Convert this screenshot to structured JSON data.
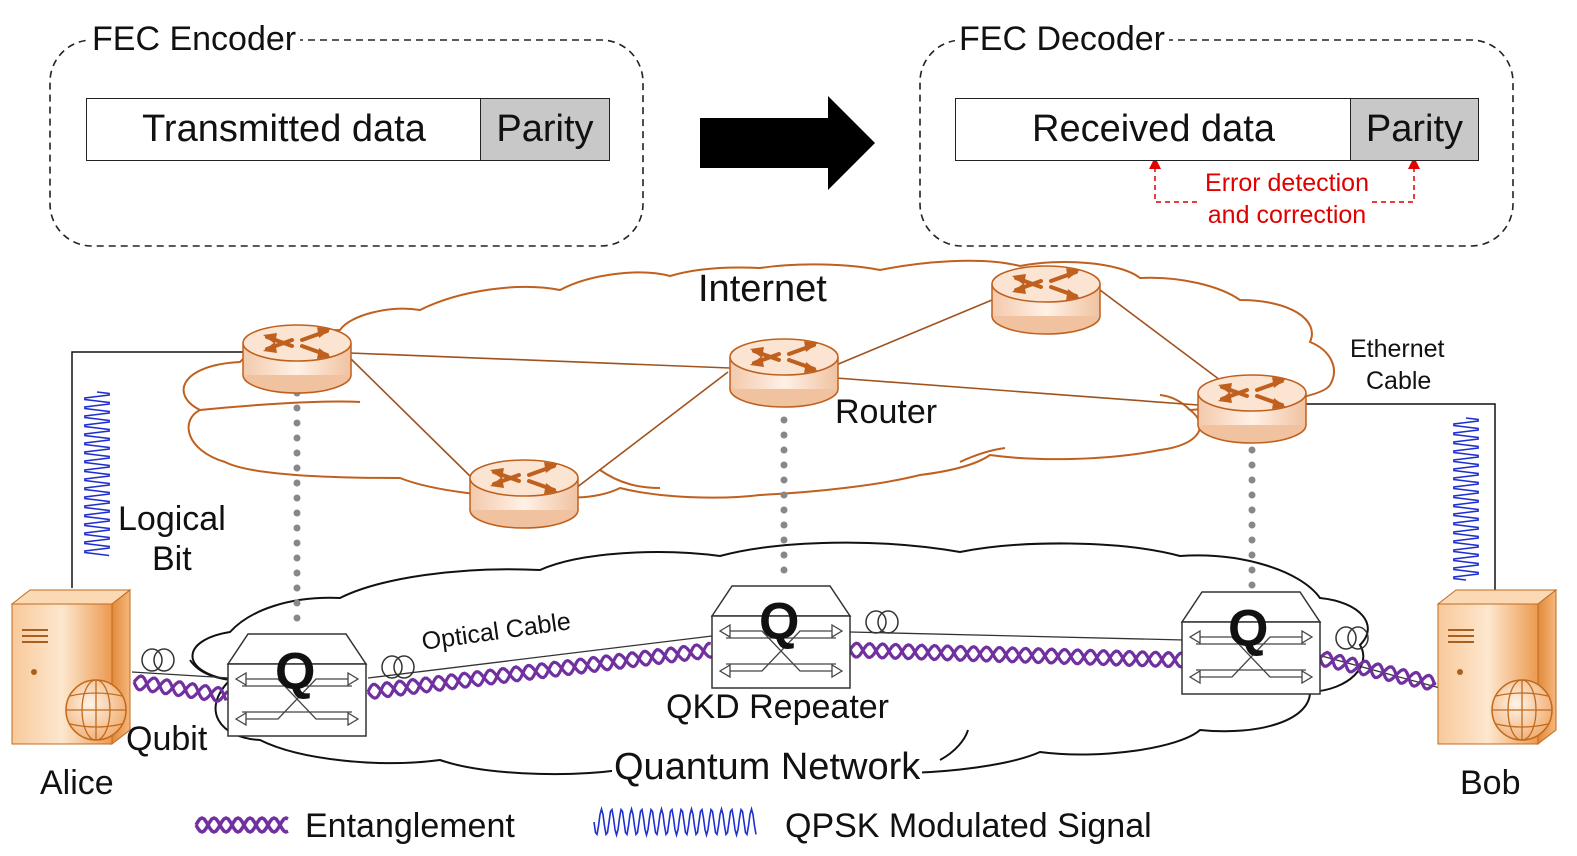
{
  "encoder": {
    "title": "FEC Encoder",
    "data_label": "Transmitted data",
    "parity_label": "Parity"
  },
  "decoder": {
    "title": "FEC Decoder",
    "data_label": "Received data",
    "parity_label": "Parity",
    "error_line1": "Error detection",
    "error_line2": "and correction"
  },
  "labels": {
    "internet": "Internet",
    "router": "Router",
    "ethernet_line1": "Ethernet",
    "ethernet_line2": "Cable",
    "logical_line1": "Logical",
    "logical_line2": "Bit",
    "optical_cable": "Optical Cable",
    "qkd_repeater": "QKD Repeater",
    "qubit": "Qubit",
    "quantum_network": "Quantum Network",
    "alice": "Alice",
    "bob": "Bob",
    "q_glyph": "Q"
  },
  "legend": {
    "entanglement": "Entanglement",
    "qpsk": "QPSK Modulated Signal"
  },
  "colors": {
    "internet_cloud": "#c0601e",
    "router_body": "#f6d6bf",
    "entanglement": "#7030a0",
    "qpsk_signal": "#1f2fd0",
    "error_text": "#e00000",
    "parity_fill": "#c8c8c8",
    "server_body": "#f4a75d"
  }
}
